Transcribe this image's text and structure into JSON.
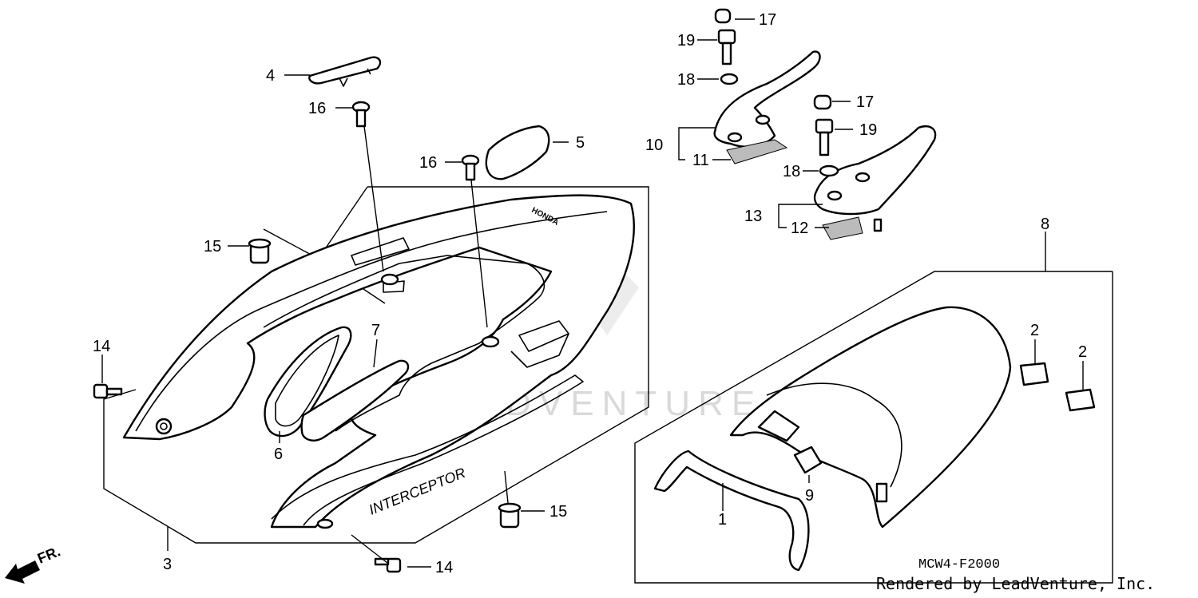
{
  "diagram_code": "MCW4-F2000",
  "credit": "Rendered by LeadVenture, Inc.",
  "direction_label": "FR.",
  "cowl_logo_text": "INTERCEPTOR",
  "cowl_brand_text": "HONDA",
  "watermark": "LEADVENTURE",
  "callouts": {
    "c1": "1",
    "c2a": "2",
    "c2b": "2",
    "c3": "3",
    "c4": "4",
    "c5": "5",
    "c6": "6",
    "c7": "7",
    "c8": "8",
    "c9": "9",
    "c10": "10",
    "c11": "11",
    "c12": "12",
    "c13": "13",
    "c14a": "14",
    "c14b": "14",
    "c15a": "15",
    "c15b": "15",
    "c16a": "16",
    "c16b": "16",
    "c17a": "17",
    "c17b": "17",
    "c18a": "18",
    "c18b": "18",
    "c19a": "19",
    "c19b": "19"
  }
}
